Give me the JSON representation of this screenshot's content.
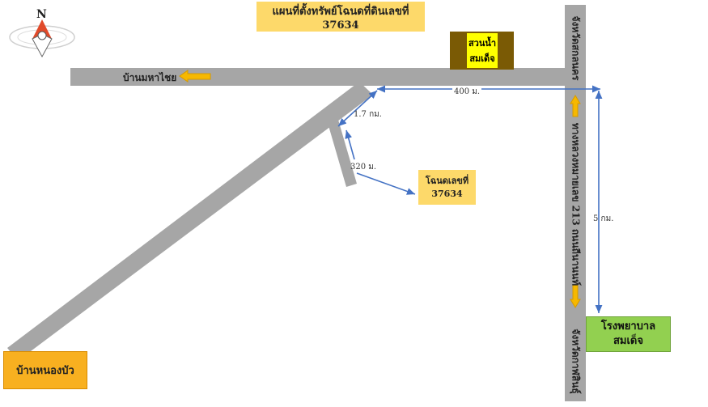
{
  "title": "แผนที่ตั้งทรัพย์โฉนดที่ดินเลขที่  37634",
  "compass": {
    "north_label": "N",
    "icon": "compass-icon"
  },
  "places": {
    "park_line1": "สวนน้ำ",
    "park_line2": "สมเด็จ",
    "deed_line1": "โฉนดเลขที่",
    "deed_line2": "37634",
    "hospital_line1": "โรงพยาบาล",
    "hospital_line2": "สมเด็จ",
    "village_maha_chai": "บ้านมหาไชย",
    "village_nong_bua": "บ้านหนองบัว"
  },
  "roads": {
    "to_sakon_nakhon": "จังหวัดสกลนคร",
    "highway_name": "ทางหลวงหมายเลข 213  ถนนถีนานนท์",
    "to_kalasin": "จังหวัดกาฬสินธุ์"
  },
  "distances": {
    "d1": "400 ม.",
    "d2": "1.7 กม.",
    "d3": "320 ม.",
    "d4": "5 กม."
  },
  "colors": {
    "road": "#a6a6a6",
    "arrow": "#f6b800",
    "measure_line": "#4472c4",
    "title_bg": "#fdd96a",
    "park_bg": "#7a5a05",
    "park_label_bg": "#ffff00",
    "hospital_bg": "#92d050",
    "village_bg": "#f8b020"
  }
}
